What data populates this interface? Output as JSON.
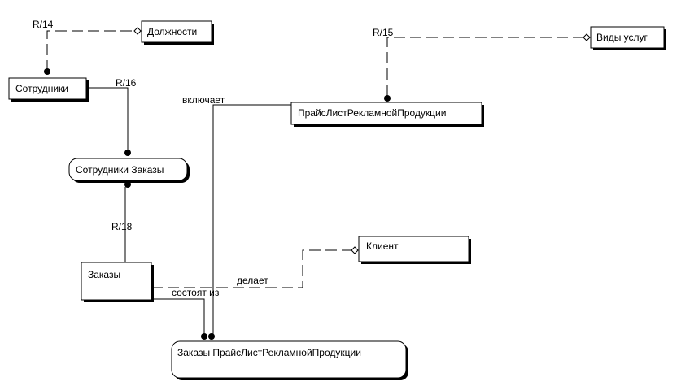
{
  "entities": {
    "dolzhnosti": "Должности",
    "sotrudniki": "Сотрудники",
    "sotrudniki_zakazy": "Сотрудники Заказы",
    "zakazy": "Заказы",
    "klient": "Клиент",
    "vidy_uslug": "Виды услуг",
    "prais": "ПрайсЛистРекламнойПродукции",
    "zakazy_prais": "Заказы ПрайсЛистРекламнойПродукции"
  },
  "relationships": {
    "r14": "R/14",
    "r15": "R/15",
    "r16": "R/16",
    "r18": "R/18",
    "vklyuchaet": "включает",
    "delaet": "делает",
    "sostoit_iz": "состоят из"
  }
}
